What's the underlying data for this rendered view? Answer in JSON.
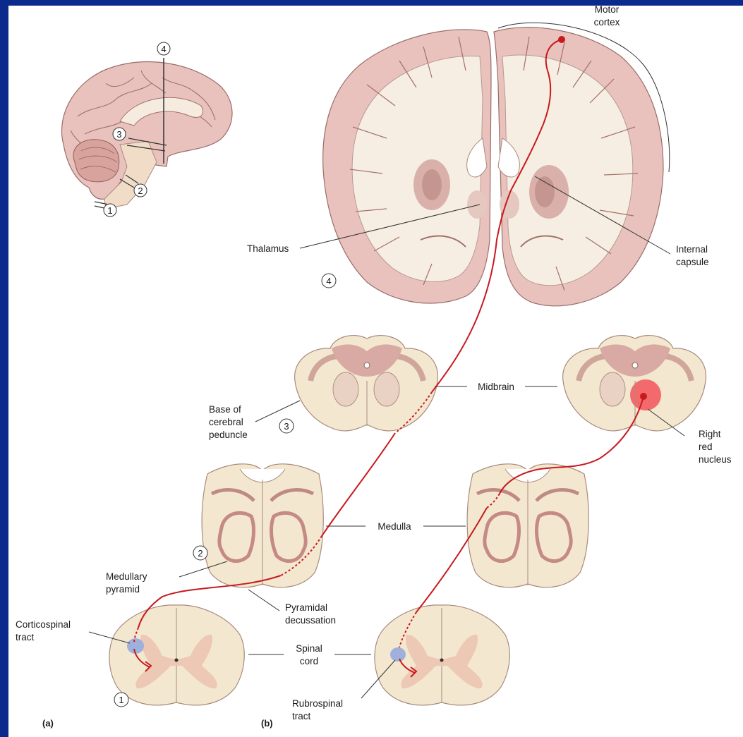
{
  "panel_labels": {
    "a": "(a)",
    "b": "(b)"
  },
  "section_numbers": {
    "n1": "1",
    "n2": "2",
    "n3": "3",
    "n4": "4"
  },
  "labels": {
    "motor_cortex_1": "Motor",
    "motor_cortex_2": "cortex",
    "thalamus": "Thalamus",
    "internal_capsule_1": "Internal",
    "internal_capsule_2": "capsule",
    "midbrain": "Midbrain",
    "base_1": "Base of",
    "base_2": "cerebral",
    "base_3": "peduncle",
    "red_nucleus_1": "Right",
    "red_nucleus_2": "red",
    "red_nucleus_3": "nucleus",
    "medulla": "Medulla",
    "medullary_pyramid_1": "Medullary",
    "medullary_pyramid_2": "pyramid",
    "pyramidal_decussation_1": "Pyramidal",
    "pyramidal_decussation_2": "decussation",
    "corticospinal_1": "Corticospinal",
    "corticospinal_2": "tract",
    "spinal_cord_1": "Spinal",
    "spinal_cord_2": "cord",
    "rubrospinal_1": "Rubrospinal",
    "rubrospinal_2": "tract"
  },
  "colors": {
    "background": "#0a2a8c",
    "tract": "#c8191e",
    "tissue": "#e9c2bd",
    "white_matter": "#f6eee2",
    "tract_area": "#9fb0dd",
    "red_nucleus": "#f2545c"
  }
}
